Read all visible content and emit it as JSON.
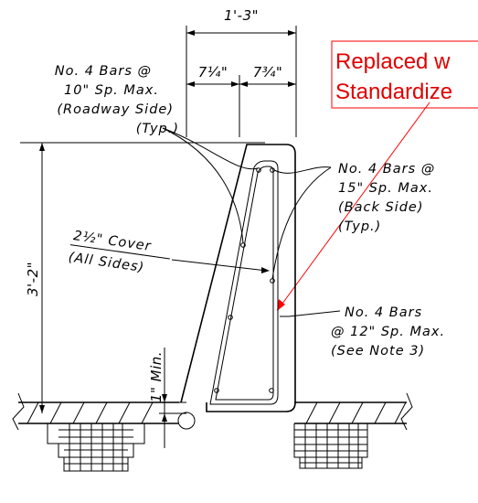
{
  "dimensions": {
    "overall_width": "1'-3\"",
    "front_width": "7¼\"",
    "back_width": "7¾\"",
    "height": "3'-2\"",
    "min_embed": "1\" Min."
  },
  "callouts": {
    "roadway_bars": [
      "No. 4 Bars @",
      "10\" Sp. Max.",
      "(Roadway Side)",
      "(Typ.)"
    ],
    "back_bars": [
      "No. 4 Bars @",
      "15\" Sp. Max.",
      "(Back Side)",
      "(Typ.)"
    ],
    "cover": [
      "2½\" Cover",
      "(All Sides)"
    ],
    "long_bars": [
      "No. 4 Bars",
      "@ 12\" Sp. Max.",
      "(See Note 3)"
    ]
  },
  "revision_stamp": {
    "lines": [
      "Replaced w",
      "Standardize"
    ],
    "color": "#e00000"
  }
}
